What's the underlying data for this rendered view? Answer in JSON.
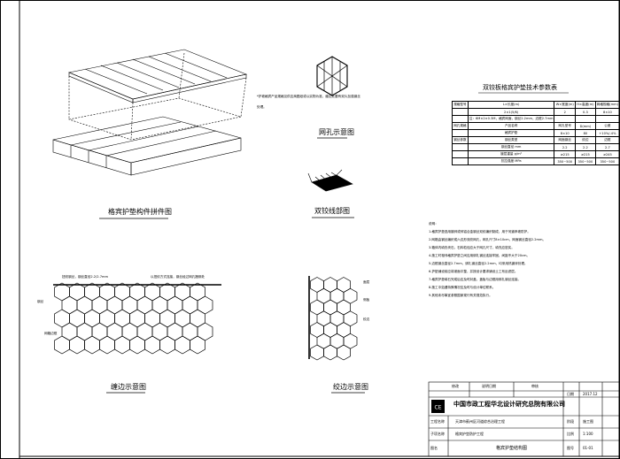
{
  "captions": {
    "assembly": "格宾护垫构件拼件图",
    "mesh_hole": "网孔示意图",
    "twisted_wire": "双铰线部图",
    "edge_wrap": "缠边示意图",
    "seam": "绞边示意图",
    "spec_title": "双铰板格宾护垫技术参数表"
  },
  "note_small": [
    "*护坡格宾产品规格见供应商图纸或以实物为准，缠边处要有双片加强钢丝",
    "处理。"
  ],
  "edge_labels": {
    "top": "扭绞钢丝，钢丝直径2.2/2.7mm",
    "right_top": "以扭绞方式连接，钢丝经过网孔捆绑处",
    "left_mid": "钢丝",
    "left_bottom": "网箱边框",
    "seam_1": "面层",
    "seam_2": "侧板",
    "seam_3": "绞边"
  },
  "spec_table": {
    "rows": [
      [
        "规格型号",
        "L×长度(m)",
        "W×宽度(m)",
        "H×高度(m)",
        "网格规格(mm)"
      ],
      [
        "",
        "2×1(5/6)",
        "2",
        "0.3",
        "8×10"
      ],
      [
        "",
        "注：6M×2×0.3M，格宾网面，钢丝2.2mm，边框2.7mm",
        "",
        "",
        ""
      ],
      [
        "网孔规格",
        "产品名称",
        "网孔型号",
        "D(mm)",
        "公差"
      ],
      [
        "",
        "格宾护垫",
        "8×10",
        "80",
        "+10%/-4%"
      ],
      [
        "钢丝参数",
        "钢丝类型",
        "网面钢丝",
        "绞边",
        "边框"
      ],
      [
        "",
        "钢丝直径 mm",
        "2.2",
        "2.2",
        "2.7"
      ],
      [
        "",
        "镀层重量 g/m²",
        "≥215",
        "≥215",
        "≥245"
      ],
      [
        "",
        "抗拉强度 MPa",
        "350~500",
        "350~500",
        "350~500"
      ]
    ]
  },
  "notes": [
    "说明：",
    "1.格宾护垫选用镀锌或锌铝合金钢丝双绞编织制成，用于河道岸坡防护。",
    "2.网箱由钢丝编织成六边形双绞网孔，网孔尺寸8×10cm，网面钢丝直径2.2mm。",
    "3.箱体内填充块石，石料粒径应大于网孔尺寸，填充应密实。",
    "4.施工时相邻格宾护垫之间应用绑扎钢丝连接牢固，间距不大于20cm。",
    "5.边框钢丝直径2.7mm，绑扎钢丝直径2.2mm，均采用热镀锌处理。",
    "6.护垫铺设前应将坡面平整，并按设计要求铺设土工布反滤层。",
    "7.格宾护垫填石完成后应及时封盖，盖板与边框用绑扎钢丝连接。",
    "8.施工中如遇特殊情况应及时与设计单位联系。",
    "9.其他未尽事宜参照国家现行有关规范执行。"
  ],
  "title_block": {
    "company": "中国市政工程华北设计研究总院有限公司",
    "rows": [
      [
        "工程名称",
        "天津市蓟州区河道综合治理工程"
      ],
      [
        "子项名称",
        "格宾护垫防护工程"
      ],
      [
        "图名",
        "格宾护垫结构图"
      ]
    ],
    "right_labels": [
      "日期",
      "阶段",
      "比例",
      "图号"
    ],
    "right_values": [
      "2017.12",
      "施工图",
      "1:100",
      "01-01"
    ],
    "top_labels": [
      "修改",
      "说明日期",
      "审核"
    ]
  }
}
